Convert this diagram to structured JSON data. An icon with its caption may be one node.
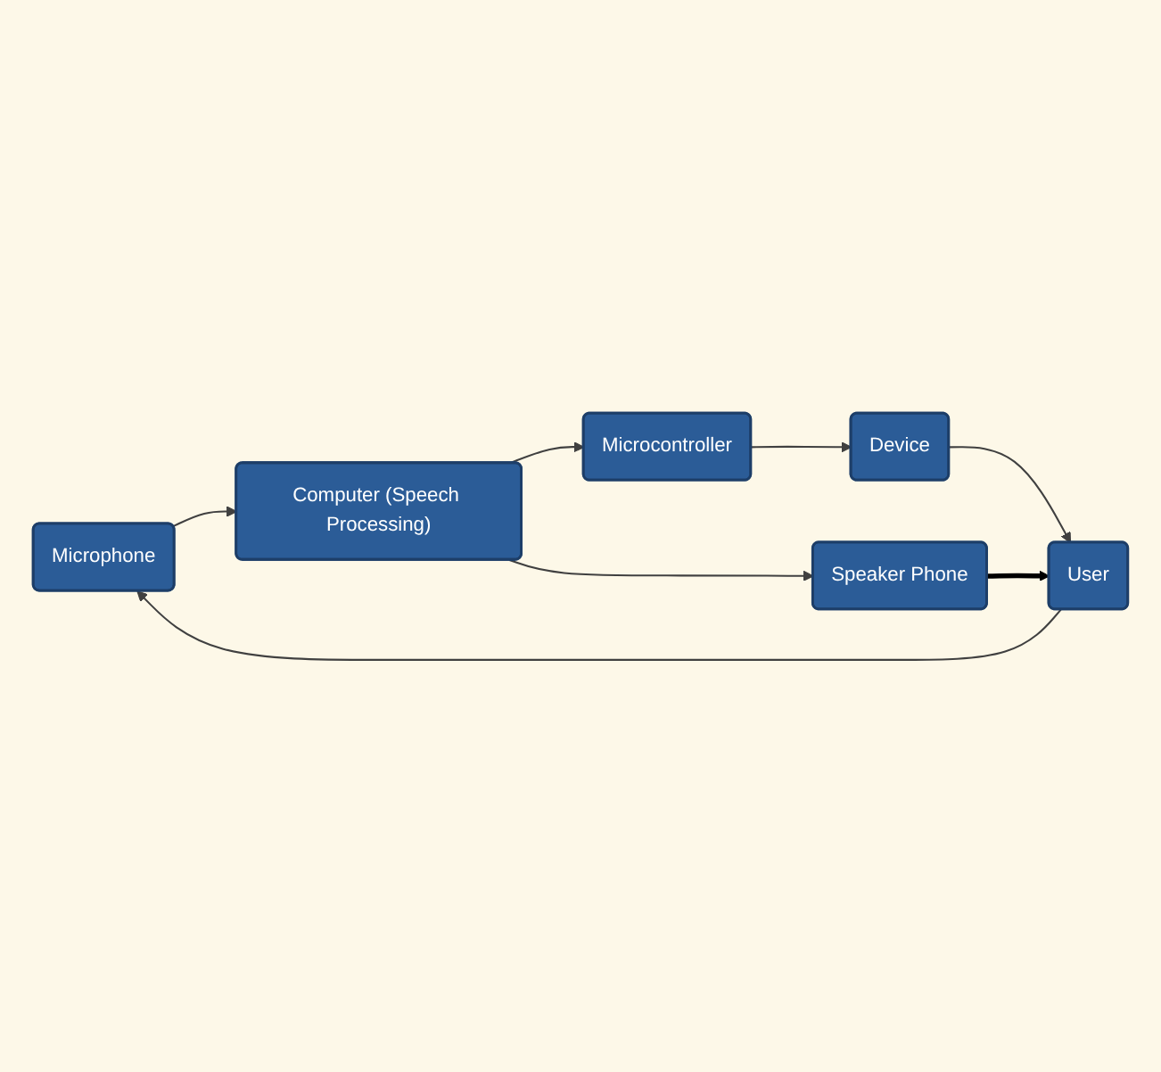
{
  "diagram": {
    "nodes": [
      {
        "text": [
          "Microphone"
        ]
      },
      {
        "text": [
          "Computer (Speech Processing)"
        ]
      },
      {
        "text": [
          "Microcontroller"
        ]
      },
      {
        "text": [
          "Speaker Phone"
        ]
      },
      {
        "text": [
          "Device"
        ]
      },
      {
        "text": [
          "User"
        ]
      }
    ],
    "edges": [
      {
        "from": 0,
        "to": 1,
        "arrow": "to"
      },
      {
        "from": 1,
        "to": 2,
        "arrow": "to"
      },
      {
        "from": 1,
        "to": 3,
        "arrow": "to"
      },
      {
        "from": 2,
        "to": 4,
        "arrow": "to"
      },
      {
        "from": 4,
        "to": 5,
        "arrow": "to"
      },
      {
        "from": 3,
        "to": 5,
        "arrow": "to",
        "style": "thick",
        "color": "#000000"
      },
      {
        "from": 5,
        "to": 0,
        "arrow": "to"
      }
    ]
  }
}
